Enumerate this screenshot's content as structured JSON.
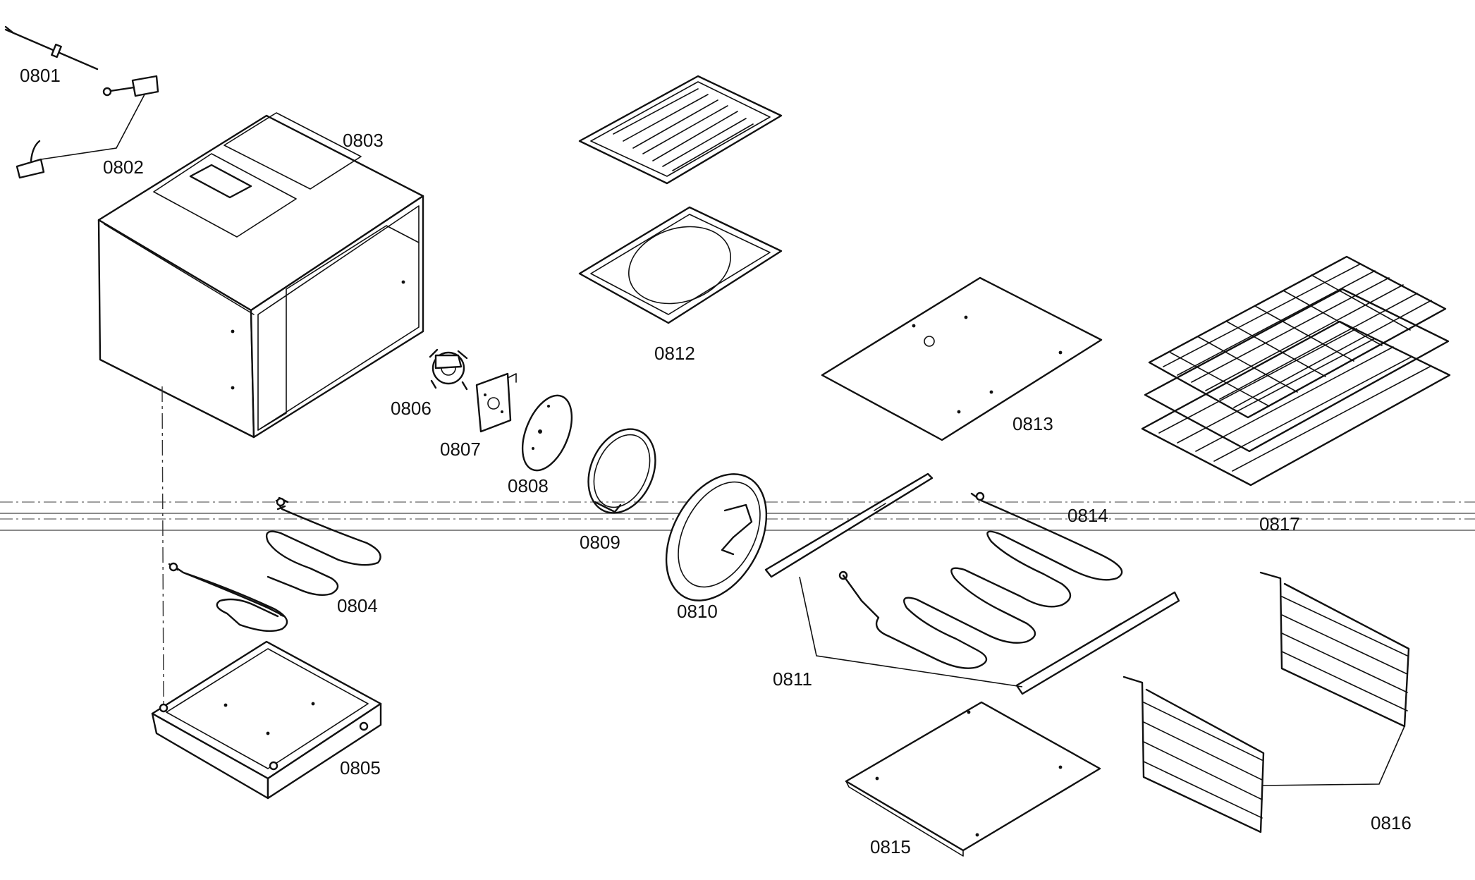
{
  "diagram": {
    "labels": {
      "p0801": "0801",
      "p0802": "0802",
      "p0803": "0803",
      "p0804": "0804",
      "p0805": "0805",
      "p0806": "0806",
      "p0807": "0807",
      "p0808": "0808",
      "p0809": "0809",
      "p0810": "0810",
      "p0811": "0811",
      "p0812": "0812",
      "p0813": "0813",
      "p0814": "0814",
      "p0815": "0815",
      "p0816": "0816",
      "p0817": "0817"
    }
  }
}
